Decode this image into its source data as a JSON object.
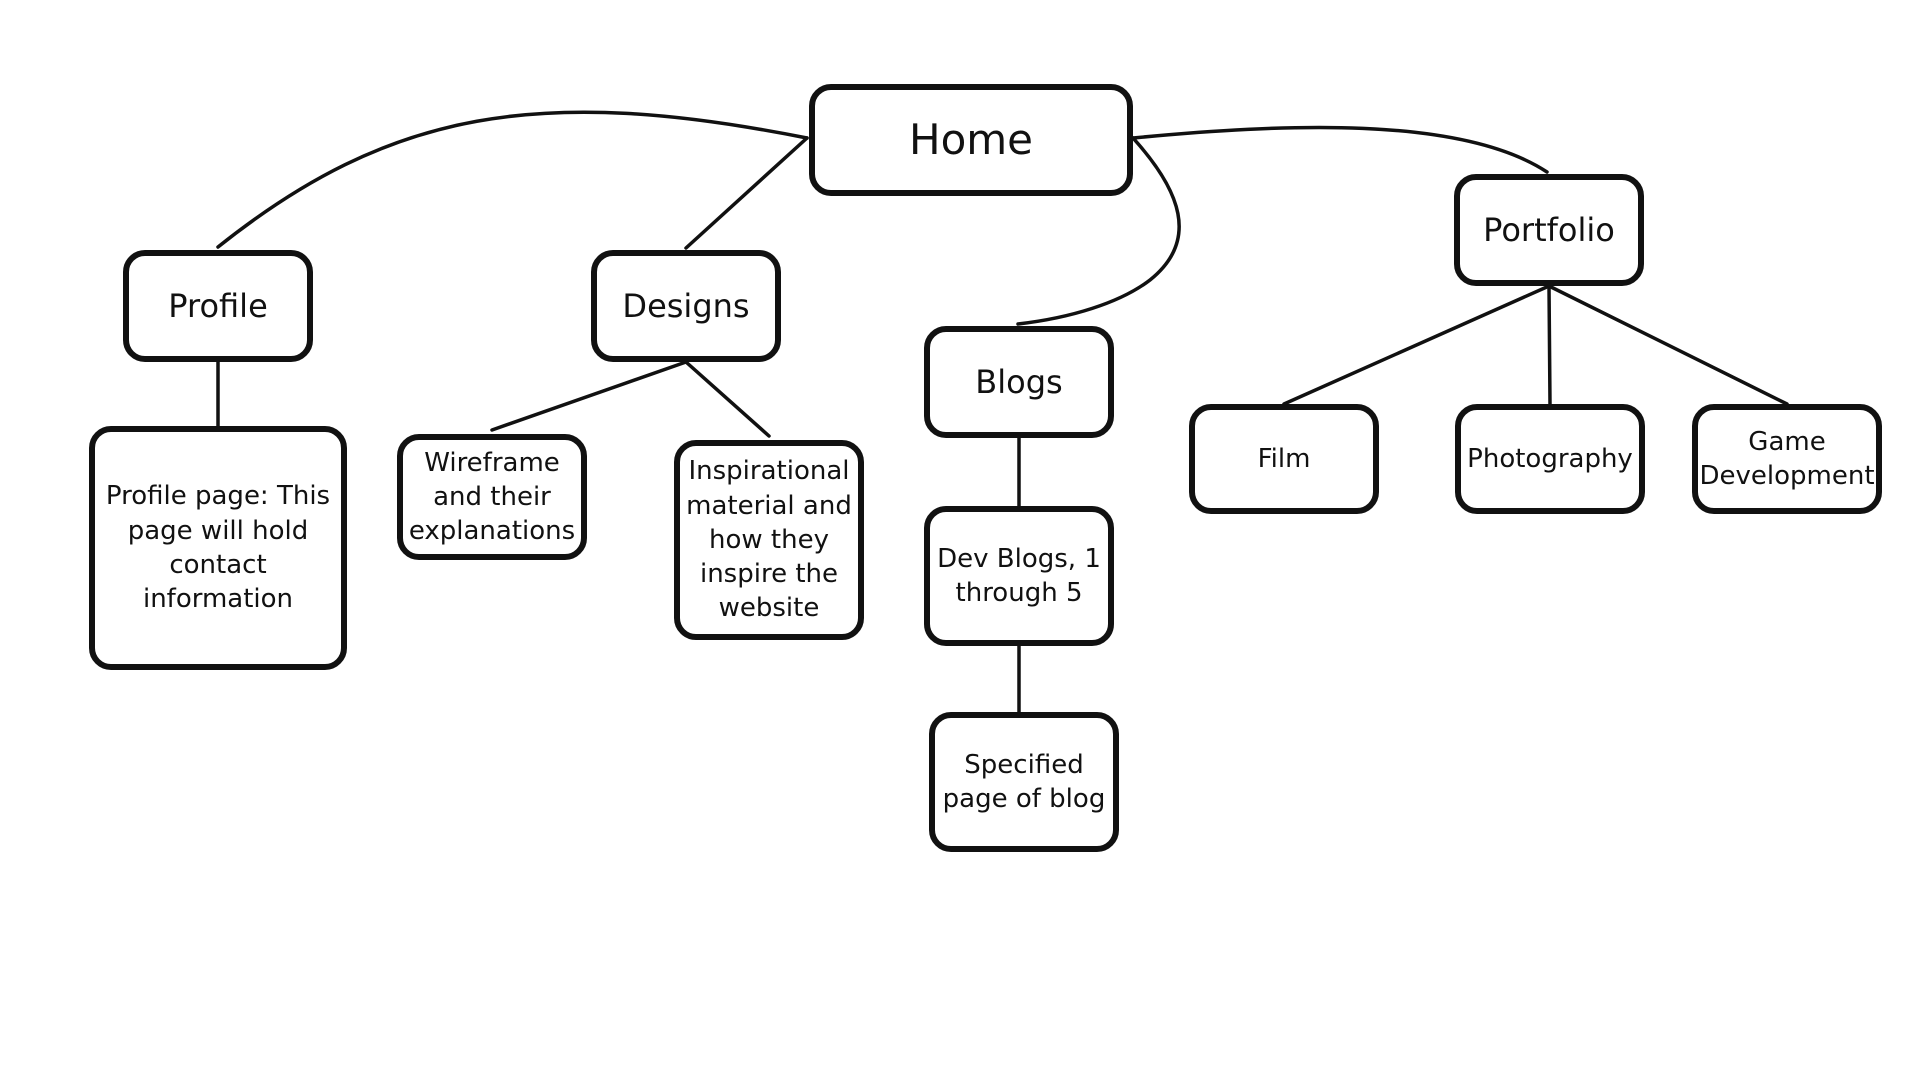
{
  "nodes": {
    "home": "Home",
    "profile": "Profile",
    "designs": "Designs",
    "blogs": "Blogs",
    "portfolio": "Portfolio",
    "profile_page": "Profile page: This page will hold contact information",
    "wireframe": "Wireframe and their explanations",
    "inspiration": "Inspirational material and how they inspire the website",
    "dev_blogs": "Dev Blogs, 1 through 5",
    "specified_page": "Specified page of blog",
    "film": "Film",
    "photography": "Photography",
    "game_development": "Game Development"
  },
  "edges": [
    [
      "home",
      "profile"
    ],
    [
      "home",
      "designs"
    ],
    [
      "home",
      "blogs"
    ],
    [
      "home",
      "portfolio"
    ],
    [
      "profile",
      "profile_page"
    ],
    [
      "designs",
      "wireframe"
    ],
    [
      "designs",
      "inspiration"
    ],
    [
      "blogs",
      "dev_blogs"
    ],
    [
      "dev_blogs",
      "specified_page"
    ],
    [
      "portfolio",
      "film"
    ],
    [
      "portfolio",
      "photography"
    ],
    [
      "portfolio",
      "game_development"
    ]
  ]
}
